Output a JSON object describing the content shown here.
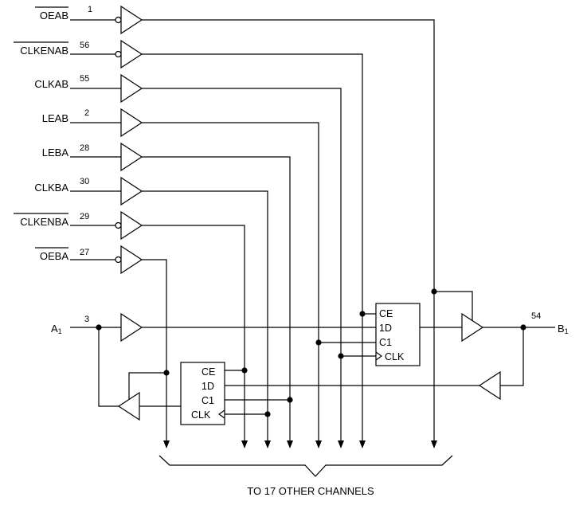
{
  "signals": [
    {
      "name": "OEAB",
      "pin": "1",
      "inverted": true
    },
    {
      "name": "CLKENAB",
      "pin": "56",
      "inverted": true
    },
    {
      "name": "CLKAB",
      "pin": "55",
      "inverted": false
    },
    {
      "name": "LEAB",
      "pin": "2",
      "inverted": false
    },
    {
      "name": "LEBA",
      "pin": "28",
      "inverted": false
    },
    {
      "name": "CLKBA",
      "pin": "30",
      "inverted": false
    },
    {
      "name": "CLKENBA",
      "pin": "29",
      "inverted": true
    },
    {
      "name": "OEBA",
      "pin": "27",
      "inverted": true
    }
  ],
  "a_port": {
    "name": "A",
    "sub": "1",
    "pin": "3"
  },
  "b_port": {
    "name": "B",
    "sub": "1",
    "pin": "54"
  },
  "register_ab": {
    "ce": "CE",
    "d": "1D",
    "c": "C1",
    "clk": "CLK"
  },
  "register_ba": {
    "ce": "CE",
    "d": "1D",
    "c": "C1",
    "clk": "CLK"
  },
  "footer": "TO 17 OTHER CHANNELS"
}
